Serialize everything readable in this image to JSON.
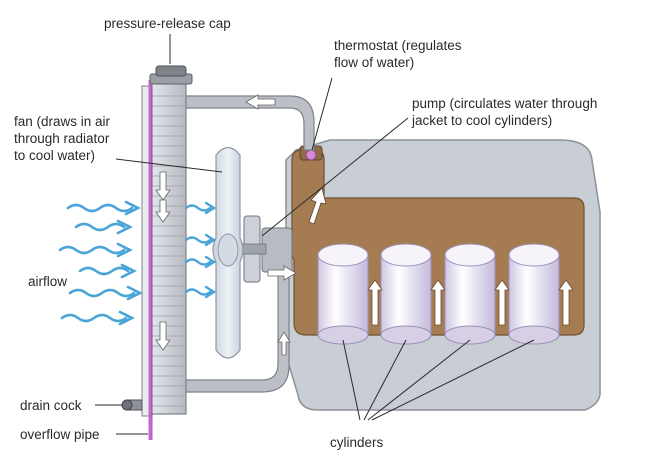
{
  "labels": {
    "pressure_release_cap": "pressure-release cap",
    "thermostat": [
      "thermostat (regulates",
      "flow of water)"
    ],
    "pump": [
      "pump (circulates water through",
      "jacket to cool cylinders)"
    ],
    "fan": [
      "fan (draws in air",
      "through radiator",
      "to cool water)"
    ],
    "airflow": "airflow",
    "drain_cock": "drain cock",
    "overflow_pipe": "overflow pipe",
    "cylinders": "cylinders"
  },
  "colors": {
    "engine_block": "#c9cdd4",
    "water_jacket": "#a57c52",
    "radiator": "#d2d6dc",
    "hose": "#b9bdc3",
    "cylinder": "#e4def0",
    "air_arrows": "#4aa4d8",
    "overflow_pipe": "#c46ad0",
    "leader_lines": "#2a2a2a"
  },
  "icons": {
    "air_arrow": "wavy-arrow-icon",
    "flow_arrow": "white-arrow-icon"
  }
}
